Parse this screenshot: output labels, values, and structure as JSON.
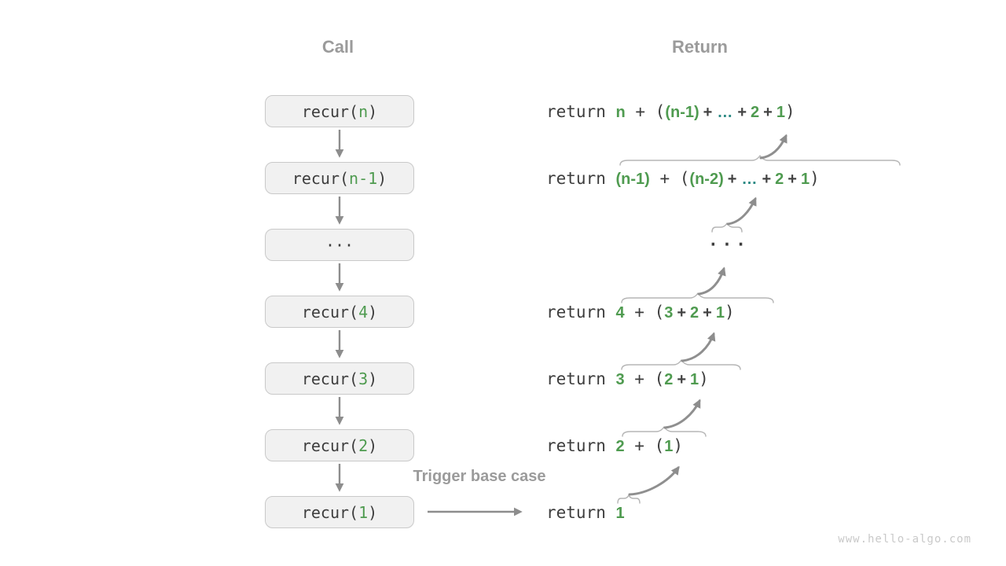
{
  "headers": {
    "call": "Call",
    "return": "Return"
  },
  "trigger_label": "Trigger base case",
  "watermark": "www.hello-algo.com",
  "palette": {
    "text": "#3d3d3d",
    "green": "#4f9b50",
    "teal_ellipsis": "#2e8b85",
    "header_gray": "#9b9b9b",
    "arrow_gray": "#8d8d8d",
    "brace_gray": "#b5b5b5",
    "box_fill": "#f1f1f1",
    "box_border": "#c9c9c9",
    "watermark_gray": "#c9c9c9"
  },
  "calls": [
    {
      "tokens": [
        {
          "t": "recur(",
          "s": "mono"
        },
        {
          "t": "n",
          "s": "param"
        },
        {
          "t": ")",
          "s": "mono"
        }
      ]
    },
    {
      "tokens": [
        {
          "t": "recur(",
          "s": "mono"
        },
        {
          "t": "n-1",
          "s": "param"
        },
        {
          "t": ")",
          "s": "mono"
        }
      ]
    },
    {
      "tokens": [
        {
          "t": "···",
          "s": "mono"
        }
      ]
    },
    {
      "tokens": [
        {
          "t": "recur(",
          "s": "mono"
        },
        {
          "t": "4",
          "s": "param"
        },
        {
          "t": ")",
          "s": "mono"
        }
      ]
    },
    {
      "tokens": [
        {
          "t": "recur(",
          "s": "mono"
        },
        {
          "t": "3",
          "s": "param"
        },
        {
          "t": ")",
          "s": "mono"
        }
      ]
    },
    {
      "tokens": [
        {
          "t": "recur(",
          "s": "mono"
        },
        {
          "t": "2",
          "s": "param"
        },
        {
          "t": ")",
          "s": "mono"
        }
      ]
    },
    {
      "tokens": [
        {
          "t": "recur(",
          "s": "mono"
        },
        {
          "t": "1",
          "s": "param"
        },
        {
          "t": ")",
          "s": "mono"
        }
      ]
    }
  ],
  "returns": [
    {
      "tokens": [
        {
          "t": "return ",
          "s": "mono"
        },
        {
          "t": "n",
          "s": "green"
        },
        {
          "t": " + (",
          "s": "mono"
        },
        {
          "t": "(n-1)",
          "s": "green"
        },
        {
          "t": "+",
          "s": "op"
        },
        {
          "t": "…",
          "s": "dots"
        },
        {
          "t": "+",
          "s": "op"
        },
        {
          "t": "2",
          "s": "green"
        },
        {
          "t": "+",
          "s": "op"
        },
        {
          "t": "1",
          "s": "green"
        },
        {
          "t": ")",
          "s": "mono"
        }
      ]
    },
    {
      "tokens": [
        {
          "t": "return ",
          "s": "mono"
        },
        {
          "t": "(n-1)",
          "s": "green"
        },
        {
          "t": " + (",
          "s": "mono"
        },
        {
          "t": "(n-2)",
          "s": "green"
        },
        {
          "t": "+",
          "s": "op"
        },
        {
          "t": "…",
          "s": "dots"
        },
        {
          "t": "+",
          "s": "op"
        },
        {
          "t": "2",
          "s": "green"
        },
        {
          "t": "+",
          "s": "op"
        },
        {
          "t": "1",
          "s": "green"
        },
        {
          "t": ")",
          "s": "mono"
        }
      ]
    },
    {
      "tokens": [
        {
          "t": "···",
          "s": "bold-dots"
        }
      ]
    },
    {
      "tokens": [
        {
          "t": "return ",
          "s": "mono"
        },
        {
          "t": "4",
          "s": "green"
        },
        {
          "t": " + (",
          "s": "mono"
        },
        {
          "t": "3",
          "s": "green"
        },
        {
          "t": "+",
          "s": "op"
        },
        {
          "t": "2",
          "s": "green"
        },
        {
          "t": "+",
          "s": "op"
        },
        {
          "t": "1",
          "s": "green"
        },
        {
          "t": ")",
          "s": "mono"
        }
      ]
    },
    {
      "tokens": [
        {
          "t": "return ",
          "s": "mono"
        },
        {
          "t": "3",
          "s": "green"
        },
        {
          "t": " + (",
          "s": "mono"
        },
        {
          "t": "2",
          "s": "green"
        },
        {
          "t": "+",
          "s": "op"
        },
        {
          "t": "1",
          "s": "green"
        },
        {
          "t": ")",
          "s": "mono"
        }
      ]
    },
    {
      "tokens": [
        {
          "t": "return ",
          "s": "mono"
        },
        {
          "t": "2",
          "s": "green"
        },
        {
          "t": " + (",
          "s": "mono"
        },
        {
          "t": "1",
          "s": "green"
        },
        {
          "t": ")",
          "s": "mono"
        }
      ]
    },
    {
      "tokens": [
        {
          "t": "return ",
          "s": "mono"
        },
        {
          "t": "1",
          "s": "green"
        }
      ]
    }
  ]
}
